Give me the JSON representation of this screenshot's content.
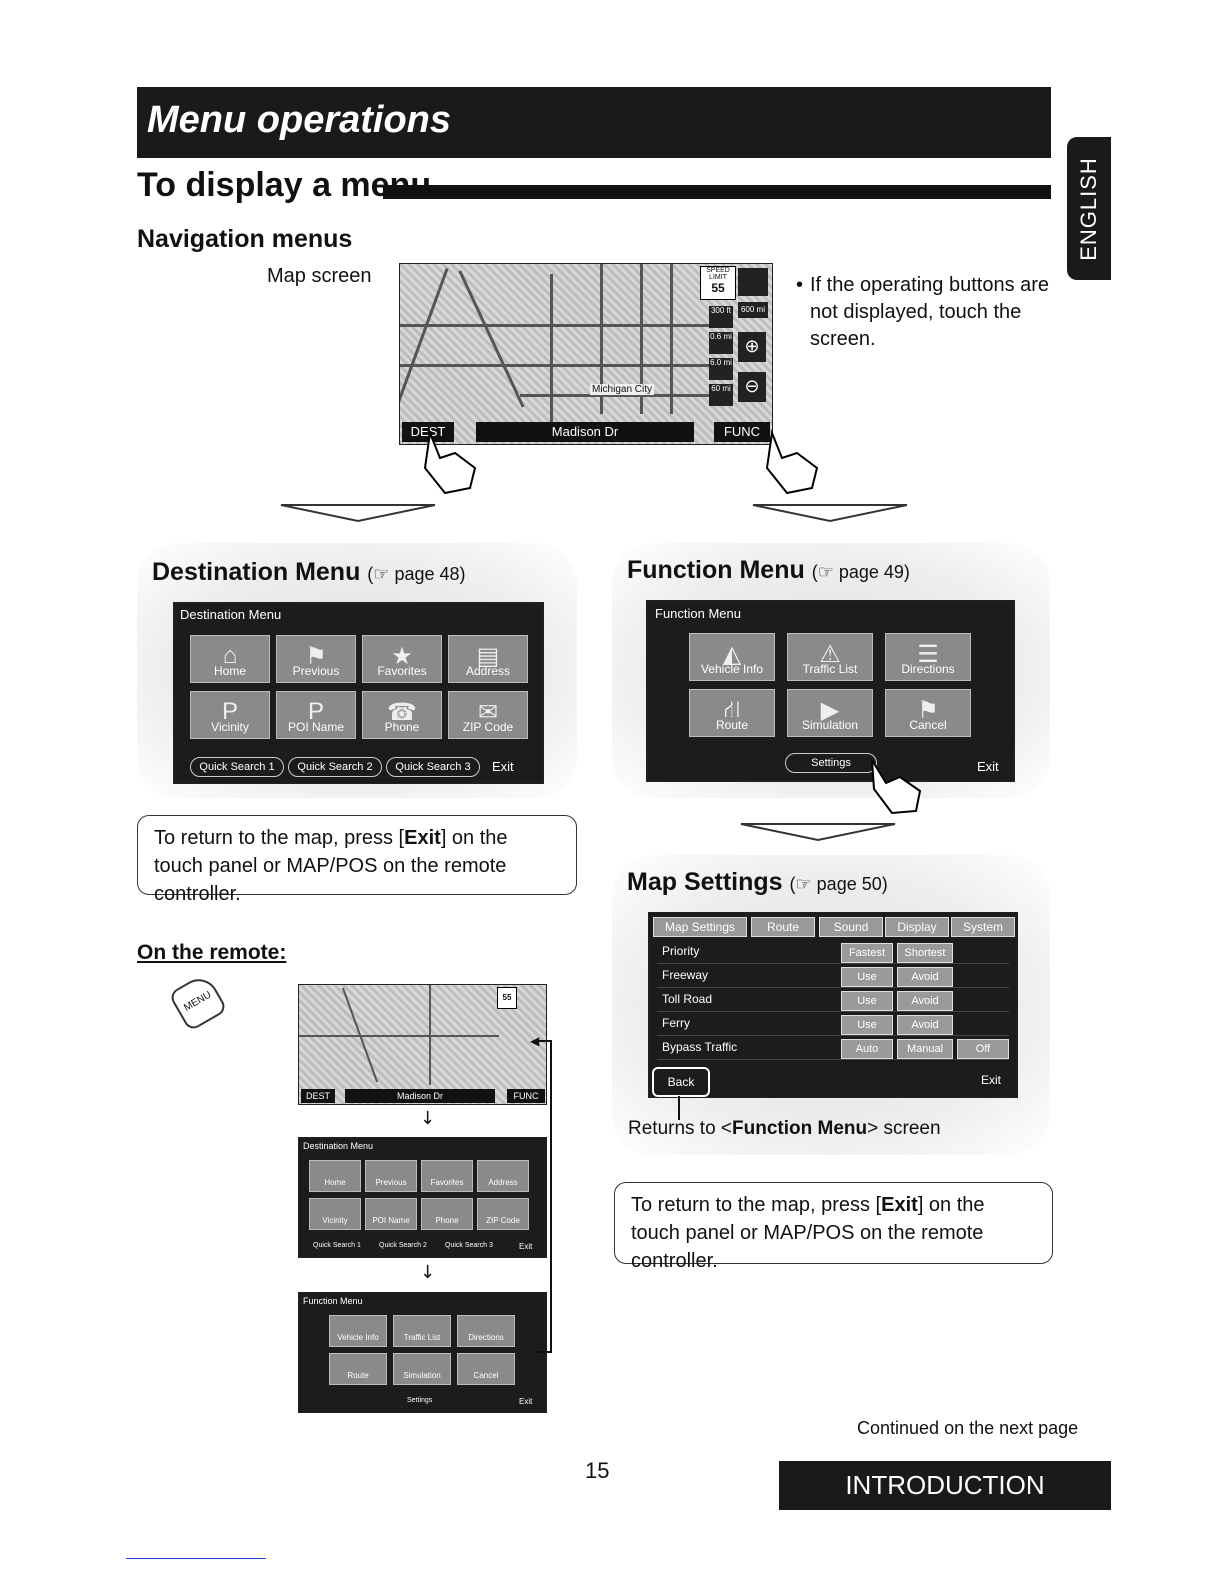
{
  "header": {
    "banner": "Menu operations",
    "section_title": "To display a menu",
    "subsection": "Navigation menus",
    "language_tab": "ENGLISH"
  },
  "map_screen": {
    "label": "Map screen",
    "dest_button": "DEST",
    "street": "Madison Dr",
    "func_button": "FUNC",
    "city": "Michigan City",
    "speed_limit_label": "SPEED LIMIT",
    "speed_limit": "55",
    "scale_1": "300 ft",
    "scale_2": "0.6 mi",
    "scale_3": "6.0 mi",
    "scale_4": "60 mi",
    "scale_top": "600 mi"
  },
  "hint": {
    "bullet": "If the operating buttons are not displayed, touch the screen."
  },
  "destination_panel": {
    "title": "Destination Menu",
    "ref": "page 48",
    "screen_title": "Destination Menu",
    "buttons": [
      "Home",
      "Previous",
      "Favorites",
      "Address",
      "Vicinity",
      "POI Name",
      "Phone",
      "ZIP Code"
    ],
    "quick": [
      "Quick Search 1",
      "Quick Search 2",
      "Quick Search 3"
    ],
    "exit": "Exit"
  },
  "function_panel": {
    "title": "Function Menu",
    "ref": "page 49",
    "screen_title": "Function Menu",
    "buttons": [
      "Vehicle Info",
      "Traffic List",
      "Directions",
      "Route",
      "Simulation",
      "Cancel"
    ],
    "settings": "Settings",
    "exit": "Exit"
  },
  "note_left": {
    "text_before": "To return to the map, press [",
    "bold": "Exit",
    "text_after": "] on the touch panel or MAP/POS on the remote controller."
  },
  "map_settings": {
    "title": "Map Settings",
    "ref": "page 50",
    "tabs": [
      "Map Settings",
      "Route",
      "Sound",
      "Display",
      "System"
    ],
    "rows": [
      {
        "label": "Priority",
        "opts": [
          "Fastest",
          "Shortest"
        ]
      },
      {
        "label": "Freeway",
        "opts": [
          "Use",
          "Avoid"
        ]
      },
      {
        "label": "Toll Road",
        "opts": [
          "Use",
          "Avoid"
        ]
      },
      {
        "label": "Ferry",
        "opts": [
          "Use",
          "Avoid"
        ]
      },
      {
        "label": "Bypass Traffic",
        "opts": [
          "Auto",
          "Manual",
          "Off"
        ]
      }
    ],
    "back": "Back",
    "exit": "Exit",
    "caption_before": "Returns to <",
    "caption_bold": "Function Menu",
    "caption_after": "> screen"
  },
  "note_right": {
    "text_before": "To return to the map, press [",
    "bold": "Exit",
    "text_after": "] on the touch panel or MAP/POS on the remote controller."
  },
  "remote": {
    "title": "On the remote:",
    "key": "MENU"
  },
  "small_map": {
    "dest": "DEST",
    "street": "Madison Dr",
    "func": "FUNC",
    "speed": "55"
  },
  "small_dest": {
    "title": "Destination Menu",
    "buttons": [
      "Home",
      "Previous",
      "Favorites",
      "Address",
      "Vicinity",
      "POI Name",
      "Phone",
      "ZIP Code"
    ],
    "quick": [
      "Quick Search 1",
      "Quick Search 2",
      "Quick Search 3"
    ],
    "exit": "Exit"
  },
  "small_func": {
    "title": "Function Menu",
    "buttons": [
      "Vehicle Info",
      "Traffic List",
      "Directions",
      "Route",
      "Simulation",
      "Cancel"
    ],
    "settings": "Settings",
    "exit": "Exit"
  },
  "footer": {
    "continued": "Continued on the next page",
    "page_number": "15",
    "section": "INTRODUCTION"
  }
}
